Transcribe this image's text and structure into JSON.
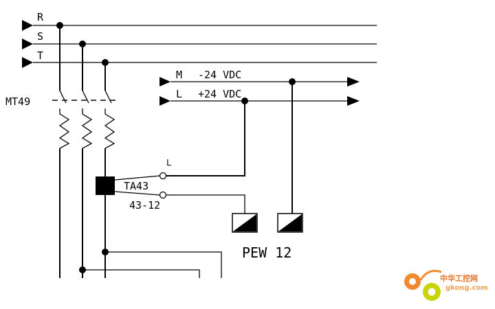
{
  "diagram": {
    "phases": {
      "r": "R",
      "s": "S",
      "t": "T"
    },
    "breaker_label": "MT49",
    "dc_supply": {
      "minus_terminal": "M",
      "minus_value": "-24 VDC",
      "plus_terminal": "L",
      "plus_value": "+24 VDC"
    },
    "relay": {
      "label": "TA43",
      "model": "43-12",
      "terminal_label": "L"
    },
    "sensor_label": "PEW 12"
  },
  "watermark": {
    "name": "中华工控网",
    "url": "gkong.com"
  },
  "colors": {
    "line": "#000000",
    "watermark_orange": "#f08a2e",
    "watermark_yellow": "#c8d400"
  }
}
